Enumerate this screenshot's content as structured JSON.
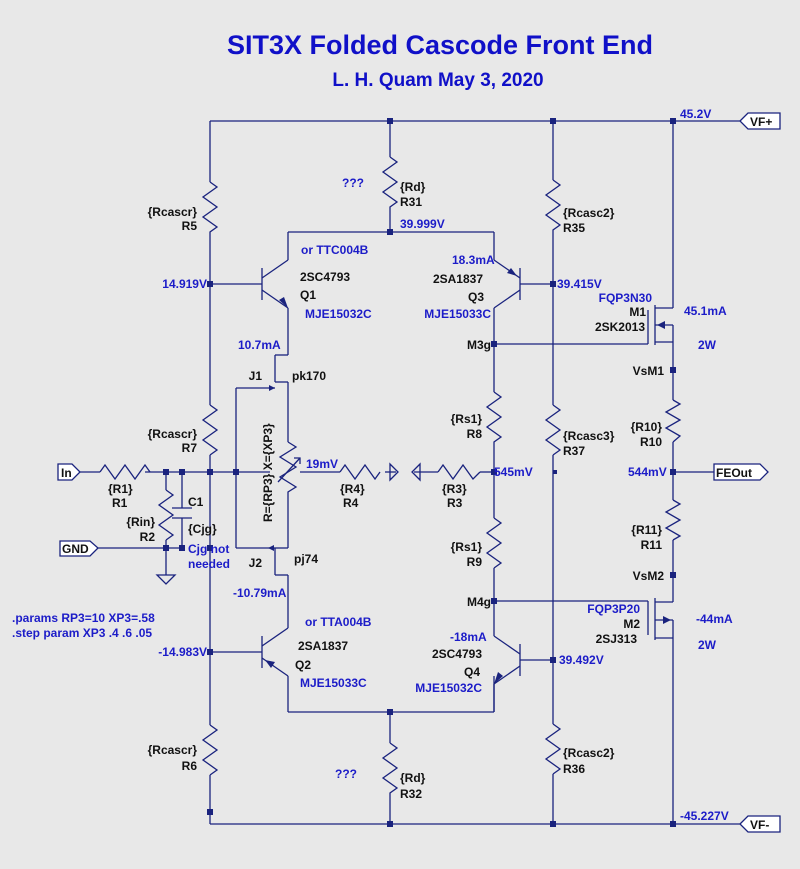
{
  "title": "SIT3X Folded Cascode Front End",
  "subtitle": "L. H. Quam   May 3, 2020",
  "ports": {
    "vf_plus": "VF+",
    "vf_minus": "VF-",
    "in": "In",
    "gnd": "GND",
    "feout": "FEOut"
  },
  "rails": {
    "top_voltage": "45.2V",
    "bottom_voltage": "-45.227V"
  },
  "directives": [
    ".params RP3=10 XP3=.58",
    ".step param XP3 .4 .6 .05"
  ],
  "notes": {
    "q_top": "???",
    "q_bot": "???",
    "cjg1": "Cjg not",
    "cjg2": "needed"
  },
  "alt": {
    "q1": "or TTC004B",
    "q2": "or TTA004B"
  },
  "resistors": {
    "r5": {
      "value": "{Rcascr}",
      "ref": "R5"
    },
    "r7": {
      "value": "{Rcascr}",
      "ref": "R7"
    },
    "r6": {
      "value": "{Rcascr}",
      "ref": "R6"
    },
    "r31": {
      "value": "{Rd}",
      "ref": "R31"
    },
    "r32": {
      "value": "{Rd}",
      "ref": "R32"
    },
    "r35": {
      "value": "{Rcasc2}",
      "ref": "R35"
    },
    "r37": {
      "value": "{Rcasc3}",
      "ref": "R37"
    },
    "r36": {
      "value": "{Rcasc2}",
      "ref": "R36"
    },
    "r8": {
      "value": "{Rs1}",
      "ref": "R8"
    },
    "r9": {
      "value": "{Rs1}",
      "ref": "R9"
    },
    "r10": {
      "value": "{R10}",
      "ref": "R10"
    },
    "r11": {
      "value": "{R11}",
      "ref": "R11"
    },
    "r4": {
      "value": "{R4}",
      "ref": "R4"
    },
    "r3": {
      "value": "{R3}",
      "ref": "R3"
    },
    "r1": {
      "value": "{R1}",
      "ref": "R1"
    },
    "r2": {
      "value": "{Rin}",
      "ref": "R2"
    },
    "p3": {
      "value": "R={RP3} X={XP3}"
    }
  },
  "cap": {
    "ref": "C1",
    "value": "{Cjg}"
  },
  "devices": {
    "q1": {
      "ref": "Q1",
      "part": "2SC4793",
      "model": "MJE15032C"
    },
    "q2": {
      "ref": "Q2",
      "part": "2SA1837",
      "model": "MJE15033C"
    },
    "q3": {
      "ref": "Q3",
      "part": "2SA1837",
      "model": "MJE15033C"
    },
    "q4": {
      "ref": "Q4",
      "part": "2SC4793",
      "model": "MJE15032C"
    },
    "m1": {
      "ref": "M1",
      "part": "2SK2013",
      "model": "FQP3N30"
    },
    "m2": {
      "ref": "M2",
      "part": "2SJ313",
      "model": "FQP3P20"
    },
    "j1": {
      "ref": "J1",
      "part": "pk170"
    },
    "j2": {
      "ref": "J2",
      "part": "pj74"
    }
  },
  "nets": {
    "m3g": "M3g",
    "m4g": "M4g",
    "vsm1": "VsM1",
    "vsm2": "VsM2"
  },
  "readings": {
    "v_q1b": "14.919V",
    "v_q2b": "-14.983V",
    "v_top_node": "39.999V",
    "i_q3": "18.3mA",
    "v_q3b": "39.415V",
    "i_m1": "45.1mA",
    "p_m1": "2W",
    "i_j1": "10.7mA",
    "v_p3": "19mV",
    "v_mid": "545mV",
    "v_out": "544mV",
    "i_j2": "-10.79mA",
    "i_q4": "-18mA",
    "v_q4b": "39.492V",
    "i_m2": "-44mA",
    "p_m2": "2W"
  }
}
